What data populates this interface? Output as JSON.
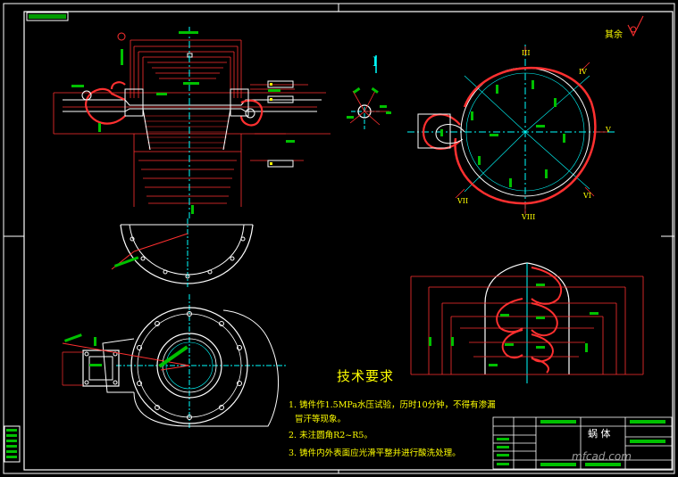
{
  "drawing": {
    "roughness_label": "其余",
    "section_mark": "I",
    "tech_requirements": {
      "title": "技术要求",
      "notes": [
        "1. 铸件作1.5MPa水压试验，历时10分钟，不得有渗漏",
        "冒汗等现象。",
        "2. 未注圆角R2~R5。",
        "3. 铸件内外表面应光滑平整并进行酸洗处理。"
      ]
    },
    "section_labels": [
      "III",
      "IV",
      "V",
      "VI",
      "VII",
      "VIII"
    ],
    "title_block": {
      "part_name": "蜗  体"
    },
    "watermark": "mfcad.com"
  },
  "colors": {
    "background": "#000000",
    "frame": "#ffffff",
    "outline": "#ffffff",
    "dimension": "#ff2020",
    "text": "#ffff00",
    "label_fill": "#00c000",
    "center_line": "#00ffff",
    "hatch": "#ff3030"
  }
}
